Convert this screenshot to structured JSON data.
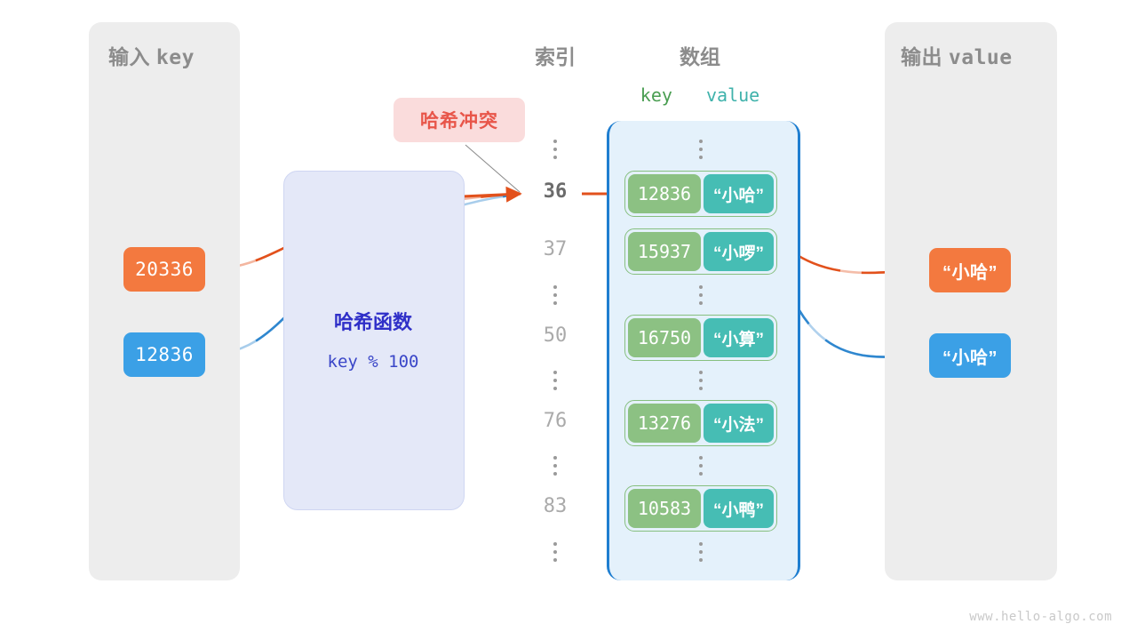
{
  "watermark": "www.hello-algo.com",
  "input_panel": {
    "title_cn": "输入",
    "title_mono": "key",
    "keys": [
      {
        "value": "20336",
        "color": "#f3793f"
      },
      {
        "value": "12836",
        "color": "#3ba0e6"
      }
    ]
  },
  "hash_function": {
    "title": "哈希函数",
    "formula": "key % 100"
  },
  "collision_badge": {
    "label": "哈希冲突",
    "bg": "#fadcdc",
    "fg": "#e8564a"
  },
  "index_column": {
    "title": "索引",
    "entries": [
      {
        "type": "dots"
      },
      {
        "type": "index",
        "label": "36",
        "active": true
      },
      {
        "type": "index",
        "label": "37",
        "active": false
      },
      {
        "type": "dots"
      },
      {
        "type": "index",
        "label": "50",
        "active": false
      },
      {
        "type": "dots"
      },
      {
        "type": "index",
        "label": "76",
        "active": false
      },
      {
        "type": "dots"
      },
      {
        "type": "index",
        "label": "83",
        "active": false
      },
      {
        "type": "dots"
      }
    ]
  },
  "array_column": {
    "title": "数组",
    "header_key": "key",
    "header_value": "value",
    "key_color": "#8cc183",
    "value_color": "#46bdb4",
    "box_bg": "#e4f1fb",
    "box_border": "#1f7ed0",
    "entries": [
      {
        "type": "dots"
      },
      {
        "type": "bucket",
        "key": "12836",
        "value": "“小哈”"
      },
      {
        "type": "bucket",
        "key": "15937",
        "value": "“小啰”"
      },
      {
        "type": "dots"
      },
      {
        "type": "bucket",
        "key": "16750",
        "value": "“小算”"
      },
      {
        "type": "dots"
      },
      {
        "type": "bucket",
        "key": "13276",
        "value": "“小法”"
      },
      {
        "type": "dots"
      },
      {
        "type": "bucket",
        "key": "10583",
        "value": "“小鸭”"
      },
      {
        "type": "dots"
      }
    ]
  },
  "output_panel": {
    "title_cn": "输出",
    "title_mono": "value",
    "values": [
      {
        "value": "“小哈”",
        "color": "#f3793f"
      },
      {
        "value": "“小哈”",
        "color": "#3ba0e6"
      }
    ]
  }
}
